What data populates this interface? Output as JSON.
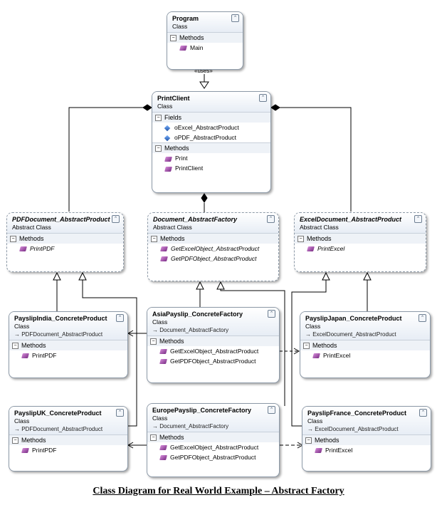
{
  "stereotype_label": "«uses»",
  "caption": "Class Diagram for Real World Example – Abstract Factory",
  "section_labels": {
    "fields": "Fields",
    "methods": "Methods"
  },
  "classes": {
    "program": {
      "name": "Program",
      "kind": "Class",
      "methods": [
        "Main"
      ]
    },
    "printclient": {
      "name": "PrintClient",
      "kind": "Class",
      "fields": [
        "oExcel_AbstractProduct",
        "oPDF_AbstractProduct"
      ],
      "methods": [
        "Print",
        "PrintClient"
      ]
    },
    "pdfabstract": {
      "name": "PDFDocument_AbstractProduct",
      "kind": "Abstract Class",
      "methods": [
        "PrintPDF"
      ]
    },
    "docfactory": {
      "name": "Document_AbstractFactory",
      "kind": "Abstract Class",
      "methods": [
        "GetExcelObject_AbstractProduct",
        "GetPDFObject_AbstractProduct"
      ]
    },
    "excelabstract": {
      "name": "ExcelDocument_AbstractProduct",
      "kind": "Abstract Class",
      "methods": [
        "PrintExcel"
      ]
    },
    "paysliplindia": {
      "name": "PayslipIndia_ConcreteProduct",
      "kind": "Class",
      "inherits": "→ PDFDocument_AbstractProduct",
      "methods": [
        "PrintPDF"
      ]
    },
    "asiafactory": {
      "name": "AsiaPayslip_ConcreteFactory",
      "kind": "Class",
      "inherits": "→ Document_AbstractFactory",
      "methods": [
        "GetExcelObject_AbstractProduct",
        "GetPDFObject_AbstractProduct"
      ]
    },
    "payslipjapan": {
      "name": "PayslipJapan_ConcreteProduct",
      "kind": "Class",
      "inherits": "→ ExcelDocument_AbstractProduct",
      "methods": [
        "PrintExcel"
      ]
    },
    "payslipuk": {
      "name": "PayslipUK_ConcreteProduct",
      "kind": "Class",
      "inherits": "→ PDFDocument_AbstractProduct",
      "methods": [
        "PrintPDF"
      ]
    },
    "europefactory": {
      "name": "EuropePayslip_ConcreteFactory",
      "kind": "Class",
      "inherits": "→ Document_AbstractFactory",
      "methods": [
        "GetExcelObject_AbstractProduct",
        "GetPDFObject_AbstractProduct"
      ]
    },
    "payslipfrance": {
      "name": "PayslipFrance_ConcreteProduct",
      "kind": "Class",
      "inherits": "→ ExcelDocument_AbstractProduct",
      "methods": [
        "PrintExcel"
      ]
    }
  }
}
